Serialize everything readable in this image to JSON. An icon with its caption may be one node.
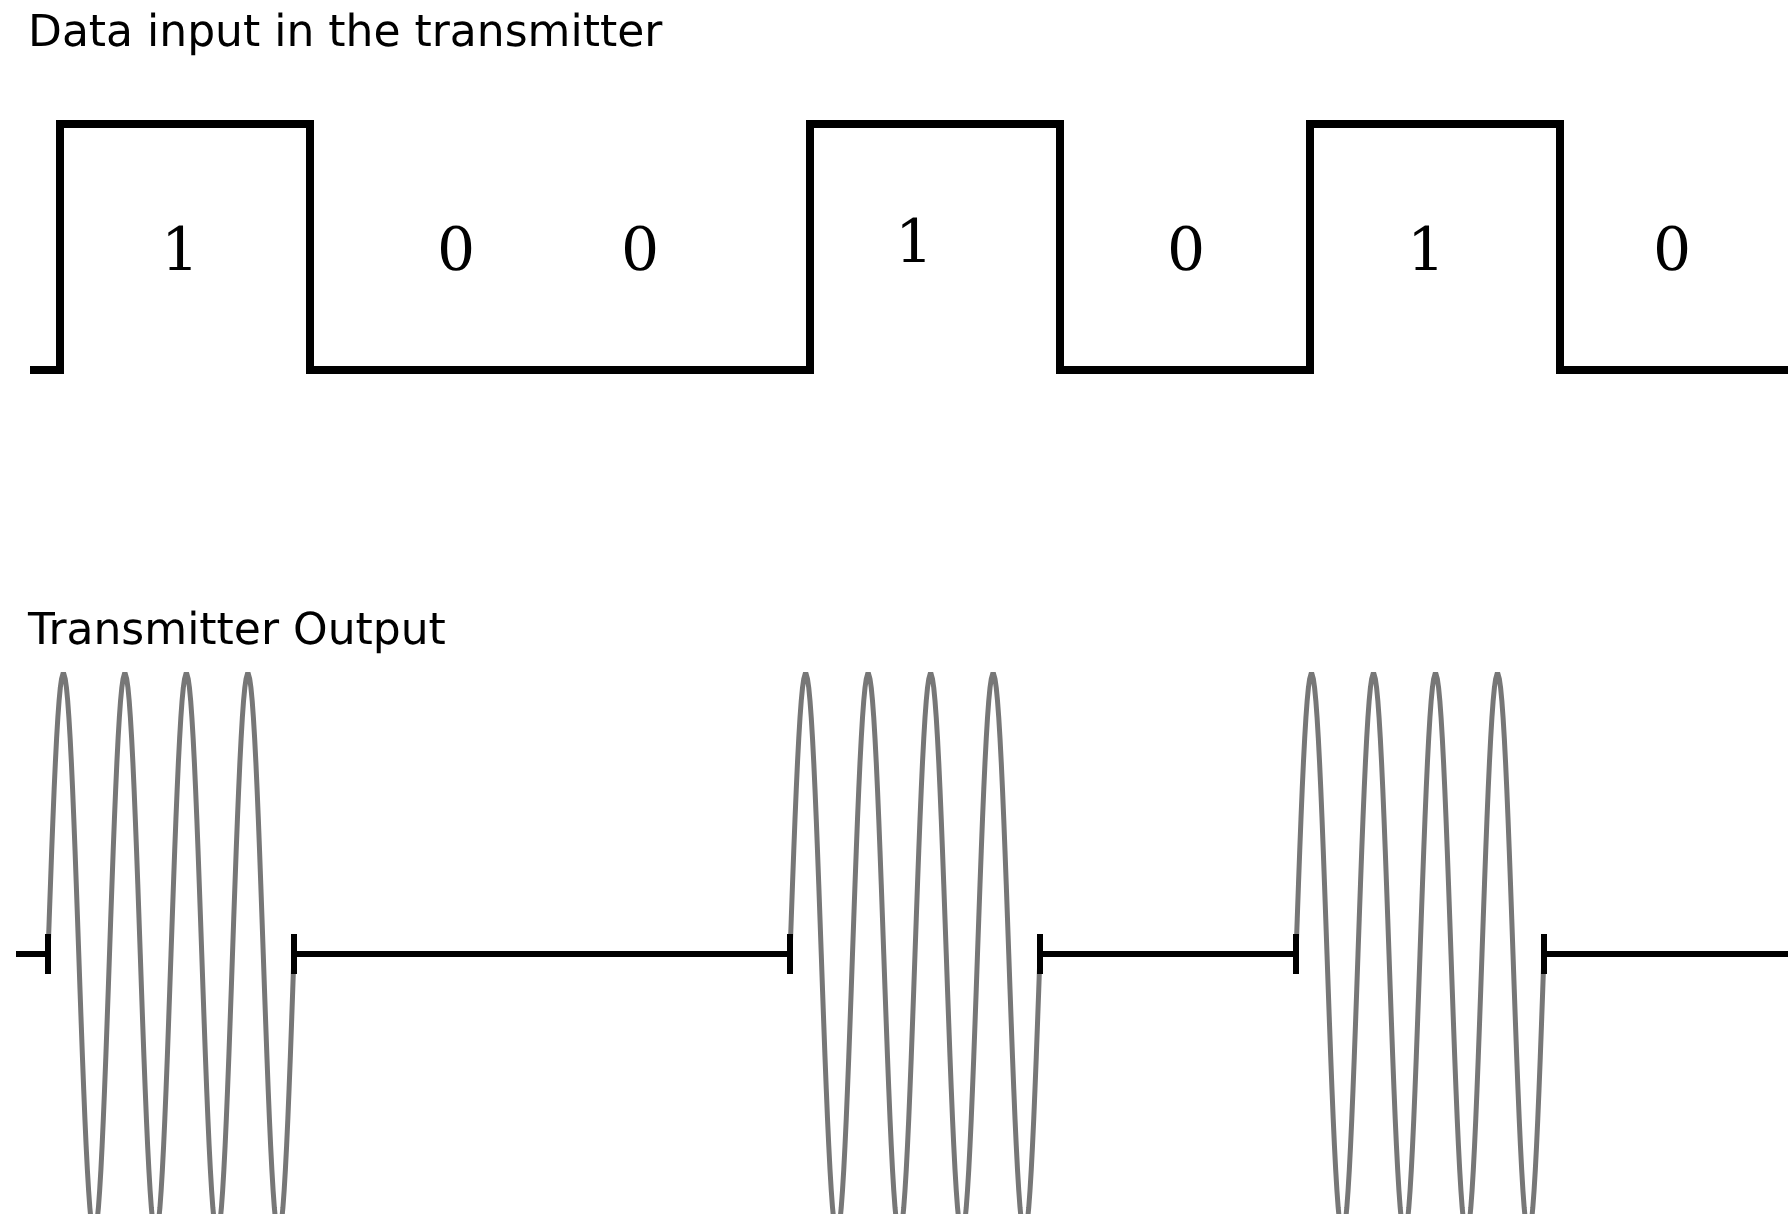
{
  "diagram": {
    "labels": [
      "Data input in the transmitter",
      "1",
      "0",
      "0",
      "1",
      "0",
      "1",
      "0",
      "Transmitter Output"
    ]
  }
}
